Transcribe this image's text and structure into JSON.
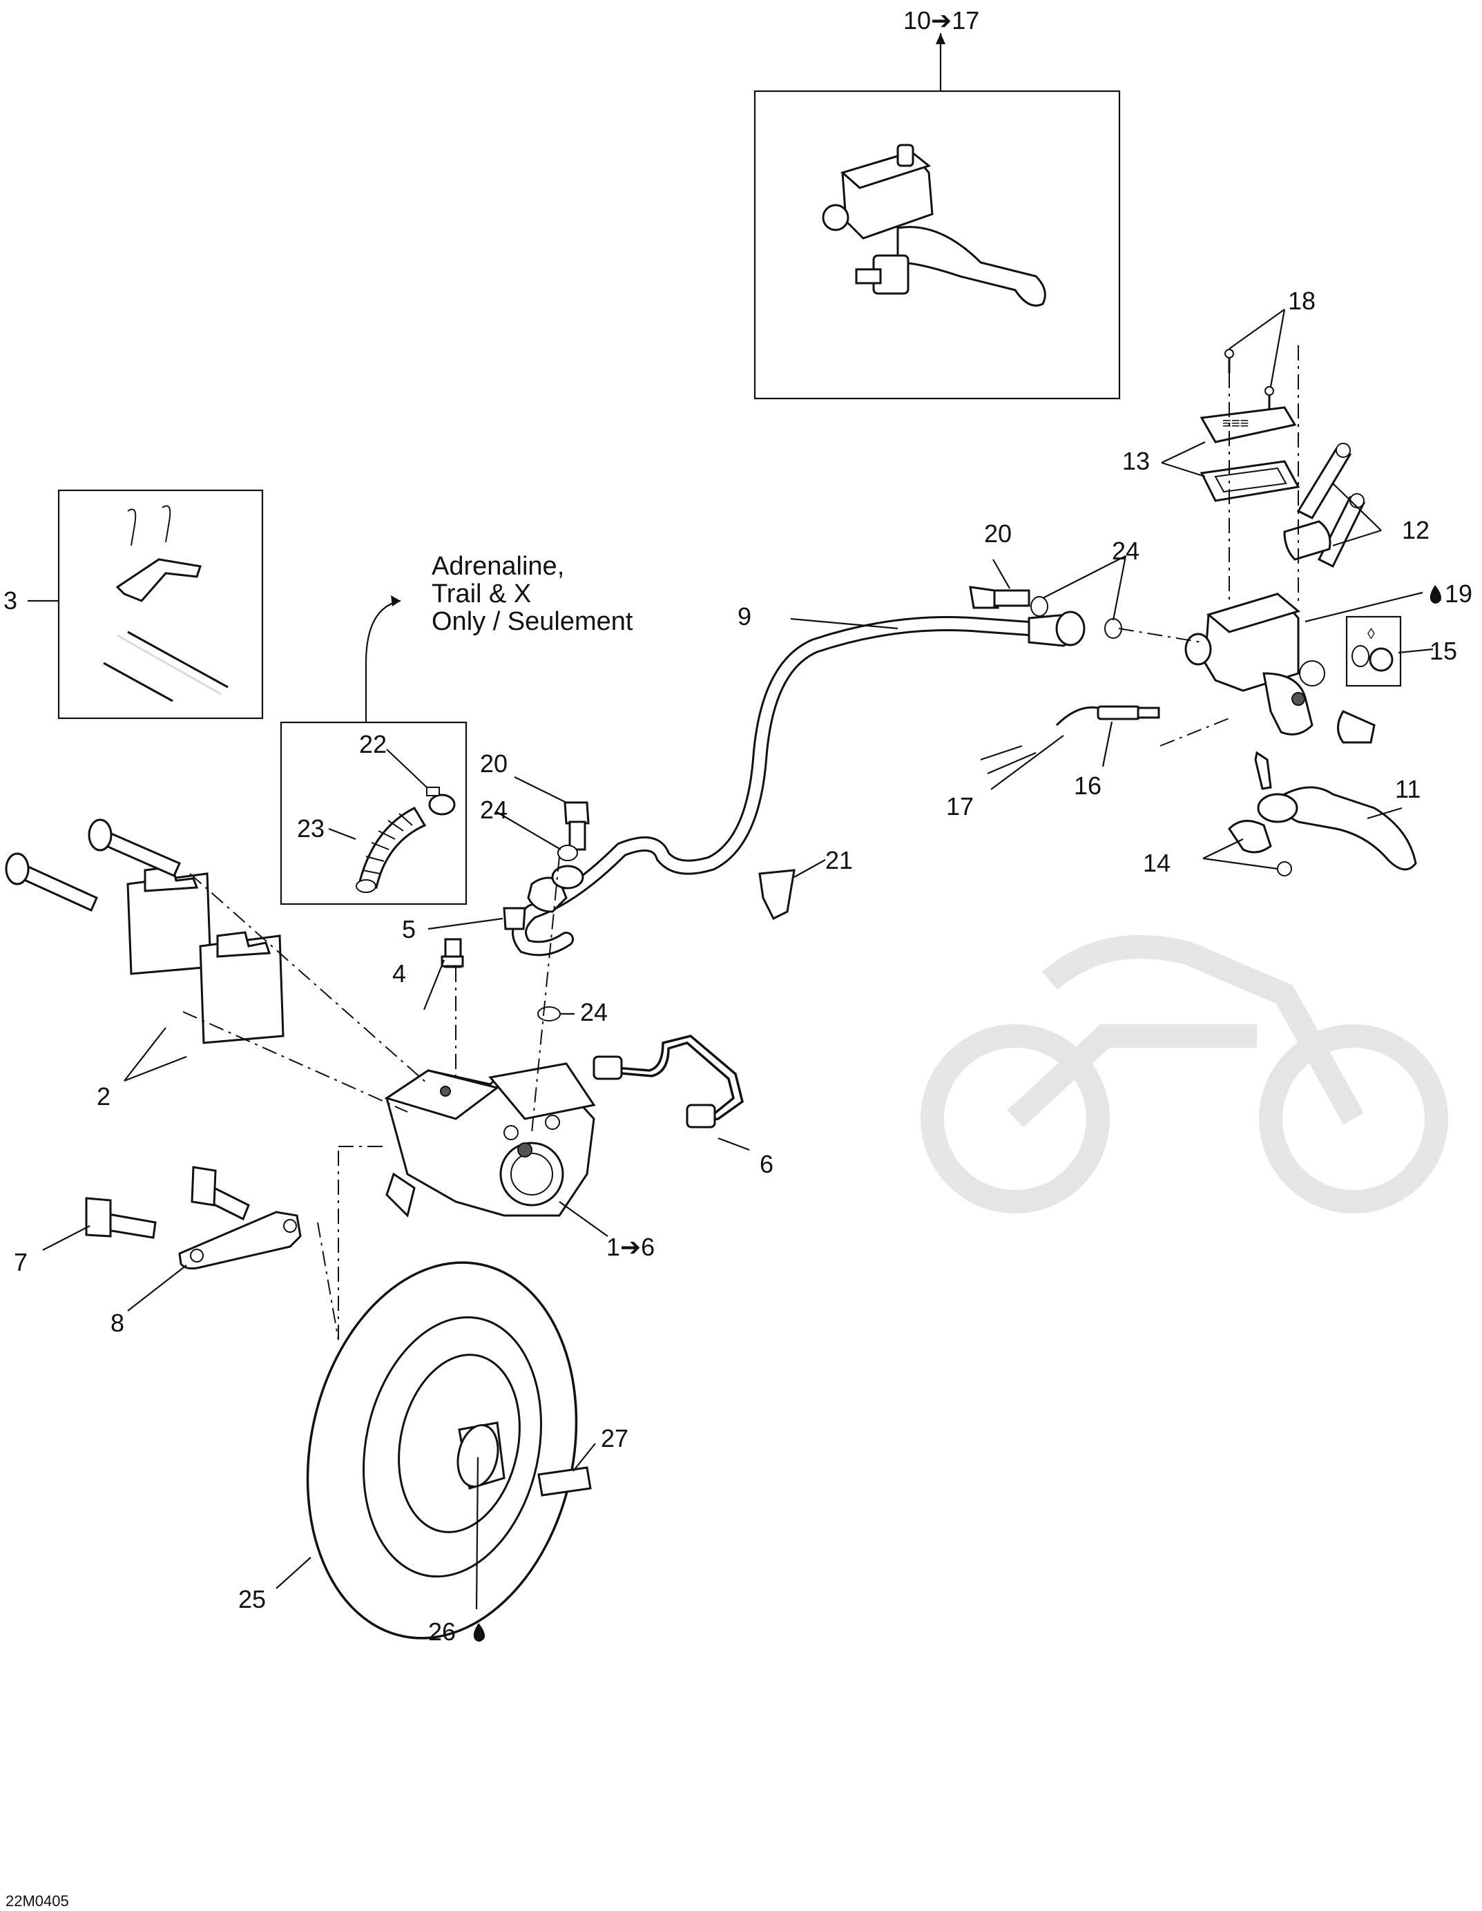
{
  "diagram": {
    "watermark": "",
    "drawing_code": "22M0405",
    "labels": {
      "top_assembly": "10➔17",
      "l18": "18",
      "l13": "13",
      "l12": "12",
      "l20a": "20",
      "l24a": "24",
      "l19": "19",
      "l9": "9",
      "l15": "15",
      "l3": "3",
      "l16": "16",
      "l17": "17",
      "l11": "11",
      "l14": "14",
      "l22": "22",
      "l23": "23",
      "l20b": "20",
      "l24b": "24",
      "l21": "21",
      "l5": "5",
      "l4": "4",
      "l24c": "24",
      "l2": "2",
      "l6": "6",
      "l1to6": "1➔6",
      "l7": "7",
      "l8": "8",
      "l27": "27",
      "l25": "25",
      "l26": "26"
    },
    "note_lines": [
      "Adrenaline,",
      "Trail & X",
      "Only / Seulement"
    ]
  }
}
